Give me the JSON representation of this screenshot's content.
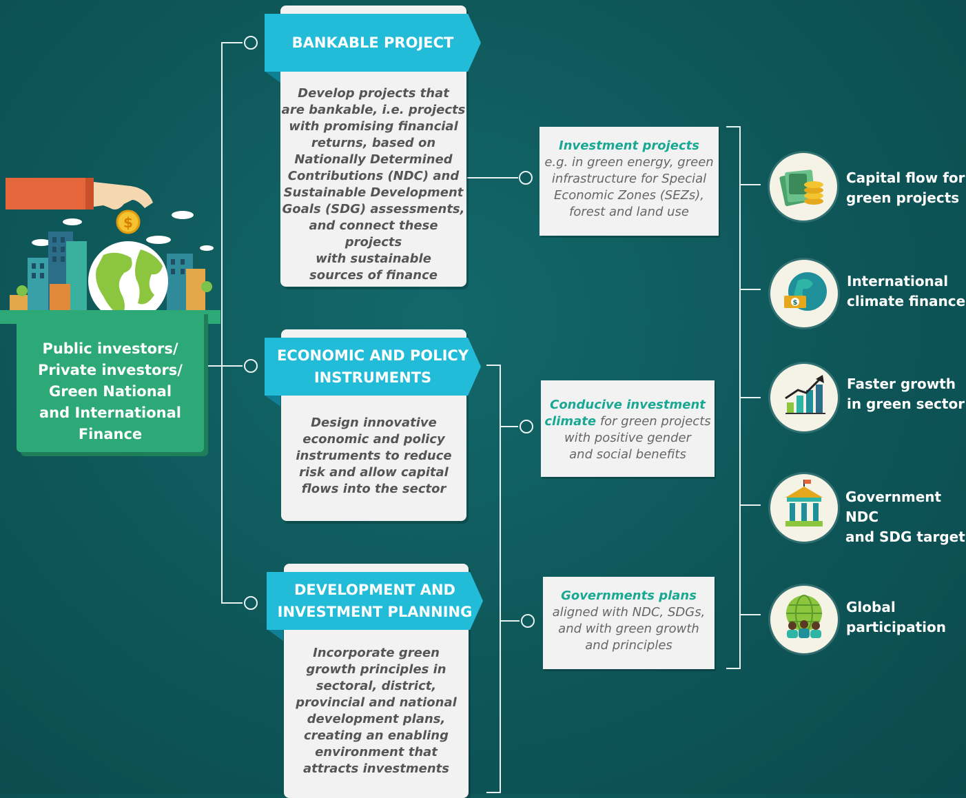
{
  "source": {
    "label": "Public investors/\nPrivate investors/\nGreen National\nand International\nFinance"
  },
  "pillars": [
    {
      "title": "BANKABLE PROJECT",
      "body": "Develop projects that\nare bankable, i.e. projects\nwith promising financial\nreturns, based on\nNationally Determined\nContributions (NDC) and\nSustainable Development\nGoals (SDG) assessments,\nand connect these projects\nwith sustainable\nsources of finance"
    },
    {
      "title": "ECONOMIC AND POLICY\nINSTRUMENTS",
      "body": "Design innovative\neconomic and policy\ninstruments to reduce\nrisk and allow capital\nflows into the sector"
    },
    {
      "title": "DEVELOPMENT AND\nINVESTMENT PLANNING",
      "body": "Incorporate green\ngrowth principles in\nsectoral, district,\nprovincial and national\ndevelopment plans,\ncreating an enabling\nenvironment that\nattracts investments"
    }
  ],
  "outputs": [
    {
      "highlight": "Investment projects",
      "rest": "e.g. in green energy, green\ninfrastructure for Special\nEconomic Zones (SEZs),\nforest  and land use"
    },
    {
      "highlight_line1": "Conducive investment",
      "highlight_line2": "climate",
      "rest_line2": " for green projects",
      "rest": "with positive gender\nand social benefits"
    },
    {
      "highlight": "Governments plans",
      "rest": "aligned with NDC, SDGs,\nand with green growth\nand principles"
    }
  ],
  "benefits": [
    {
      "label": "Capital flow for\ngreen projects",
      "icon": "money-coins-icon"
    },
    {
      "label": "International\nclimate finance",
      "icon": "globe-money-icon"
    },
    {
      "label": "Faster growth\nin green sector",
      "icon": "growth-chart-icon"
    },
    {
      "label": "Government NDC\nand SDG target",
      "icon": "government-building-icon"
    },
    {
      "label": "Global\nparticipation",
      "icon": "global-people-icon"
    }
  ],
  "hero": {
    "coin_symbol": "$",
    "money_symbol": "$"
  },
  "colors": {
    "background": "#0f5a5c",
    "ribbon": "#23bcd8",
    "source": "#2da877",
    "highlight": "#19a893"
  }
}
